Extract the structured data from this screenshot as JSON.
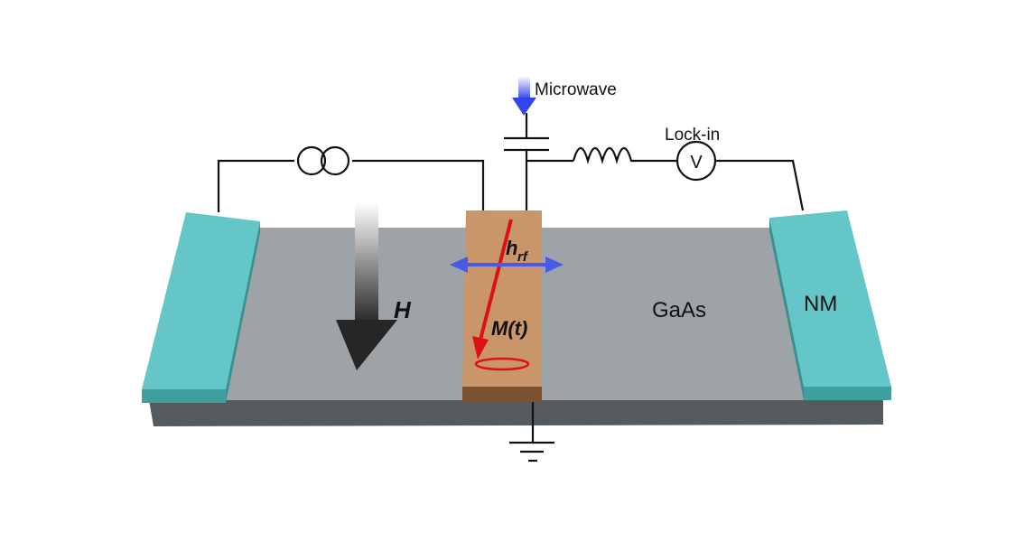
{
  "labels": {
    "microwave": "Microwave",
    "lockin": "Lock-in",
    "voltmeter": "V",
    "field": "H",
    "hrf_main": "h",
    "hrf_sub": "rf",
    "magnetization": "M(t)",
    "substrate": "GaAs",
    "contact": "NM"
  },
  "colors": {
    "substrate_top": "#9ea3a8",
    "substrate_side": "#555a5e",
    "contact_top": "#64c6c6",
    "contact_side": "#3f9e9e",
    "ferromagnet_top": "#c9956a",
    "ferromagnet_side": "#7a5232",
    "magnetization": "#dd1111",
    "hrf_arrow": "#4a5ae8",
    "microwave_arrow": "#3344ee",
    "wire": "#111111"
  }
}
